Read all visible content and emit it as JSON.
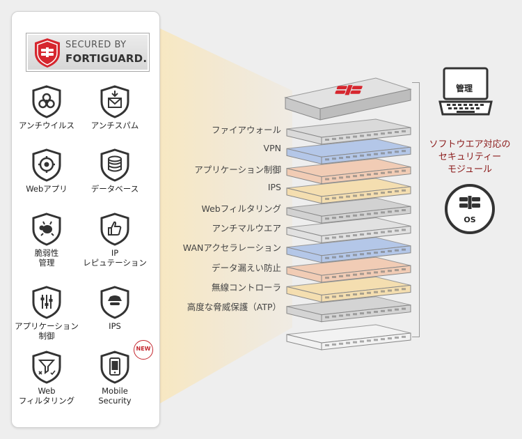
{
  "badge": {
    "line1": "SECURED BY",
    "line2": "FORTIGUARD."
  },
  "features": [
    {
      "label": "アンチウイルス",
      "icon": "biohazard-shield-icon"
    },
    {
      "label": "アンチスパム",
      "icon": "mail-shield-icon"
    },
    {
      "label": "Webアプリ",
      "icon": "webapp-shield-icon"
    },
    {
      "label": "データベース",
      "icon": "database-shield-icon"
    },
    {
      "label": "脆弱性\n管理",
      "icon": "bug-shield-icon"
    },
    {
      "label": "IP\nレピュテーション",
      "icon": "thumbs-shield-icon"
    },
    {
      "label": "アプリケーション\n制御",
      "icon": "sliders-shield-icon"
    },
    {
      "label": "IPS",
      "icon": "intruder-shield-icon"
    },
    {
      "label": "Web\nフィルタリング",
      "icon": "funnel-shield-icon"
    },
    {
      "label": "Mobile\nSecurity",
      "icon": "mobile-shield-icon"
    }
  ],
  "new_badge": "NEW",
  "layers": [
    {
      "label": "ファイアウォール",
      "color": "#d6d6d6"
    },
    {
      "label": "VPN",
      "color": "#a9bfe6"
    },
    {
      "label": "アプリケーション制御",
      "color": "#f1c5aa"
    },
    {
      "label": "IPS",
      "color": "#f5dba5"
    },
    {
      "label": "Webフィルタリング",
      "color": "#cccccc"
    },
    {
      "label": "アンチマルウエア",
      "color": "#dedede"
    },
    {
      "label": "WANアクセラレーション",
      "color": "#a9bfe6"
    },
    {
      "label": "データ漏えい防止",
      "color": "#f1c5aa"
    },
    {
      "label": "無線コントローラ",
      "color": "#f5dba5"
    },
    {
      "label": "高度な脅威保護（ATP）",
      "color": "#cfcfcf"
    }
  ],
  "management_label": "管理",
  "module_caption": "ソフトウエア対応の\nセキュリティー\nモジュール",
  "os_label": "OS",
  "colors": {
    "brand_red": "#d6262e",
    "caption_red": "#8b1a1a"
  }
}
